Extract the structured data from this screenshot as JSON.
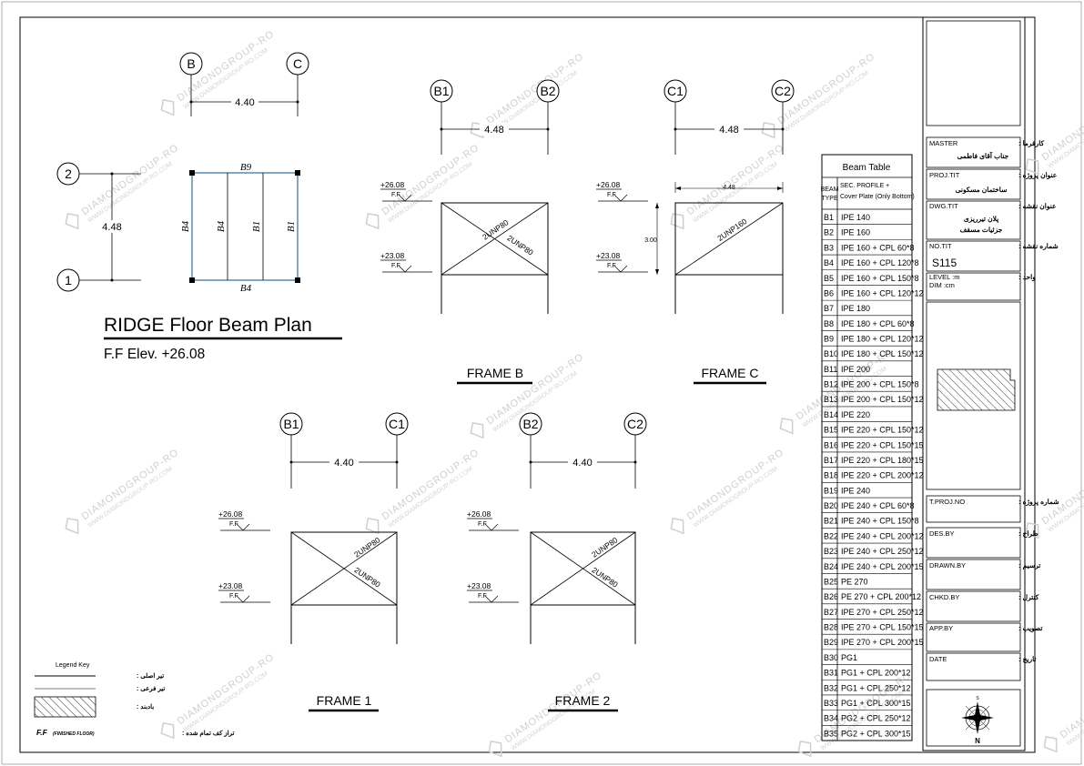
{
  "plan": {
    "title": "RIDGE Floor Beam Plan",
    "elevation": "F.F Elev. +26.08",
    "axes": [
      "B",
      "C",
      "2",
      "1"
    ],
    "dim_h": "4.40",
    "dim_v": "4.48",
    "beams": [
      "B9",
      "B4",
      "B4",
      "B4",
      "B1",
      "B1"
    ]
  },
  "frames": [
    {
      "title": "FRAME B",
      "left_axis": "B1",
      "right_axis": "B2",
      "span": "4.48",
      "elev_top": "+26.08",
      "elev_bot": "+23.08",
      "ff": "F.F",
      "brace1": "2UNP80",
      "brace2": "2UNP80"
    },
    {
      "title": "FRAME C",
      "left_axis": "C1",
      "right_axis": "C2",
      "span": "4.48",
      "elev_top": "+26.08",
      "elev_bot": "+23.08",
      "ff": "F.F",
      "brace1": "2UNP160",
      "height": "3.00",
      "inner_span": "4.48"
    },
    {
      "title": "FRAME 1",
      "left_axis": "B1",
      "right_axis": "C1",
      "span": "4.40",
      "elev_top": "+26.08",
      "elev_bot": "+23.08",
      "ff": "F.F",
      "brace1": "2UNP80",
      "brace2": "2UNP80"
    },
    {
      "title": "FRAME 2",
      "left_axis": "B2",
      "right_axis": "C2",
      "span": "4.40",
      "elev_top": "+26.08",
      "elev_bot": "+23.08",
      "ff": "F.F",
      "brace1": "2UNP80",
      "brace2": "2UNP80"
    }
  ],
  "beam_table": {
    "title": "Beam Table",
    "col1": [
      "BEAM",
      "TYPE"
    ],
    "col2": [
      "SEC. PROFILE +",
      "Cover Plate (Only Bottom)"
    ],
    "rows": [
      [
        "B1",
        "IPE 140"
      ],
      [
        "B2",
        "IPE 160"
      ],
      [
        "B3",
        "IPE 160 + CPL 60*8"
      ],
      [
        "B4",
        "IPE 160 + CPL 120*8"
      ],
      [
        "B5",
        "IPE 160 + CPL 150*8"
      ],
      [
        "B6",
        "IPE 160 + CPL 120*12"
      ],
      [
        "B7",
        "IPE 180"
      ],
      [
        "B8",
        "IPE 180 + CPL 60*8"
      ],
      [
        "B9",
        "IPE 180 + CPL 120*12"
      ],
      [
        "B10",
        "IPE 180 + CPL 150*12"
      ],
      [
        "B11",
        "IPE 200"
      ],
      [
        "B12",
        "IPE 200 + CPL 150*8"
      ],
      [
        "B13",
        "IPE 200 + CPL 150*12"
      ],
      [
        "B14",
        "IPE 220"
      ],
      [
        "B15",
        "IPE 220 + CPL 150*12"
      ],
      [
        "B16",
        "IPE 220 + CPL 150*15"
      ],
      [
        "B17",
        "IPE 220 + CPL 180*15"
      ],
      [
        "B18",
        "IPE 220 + CPL 200*12"
      ],
      [
        "B19",
        "IPE 240"
      ],
      [
        "B20",
        "IPE 240 + CPL 60*8"
      ],
      [
        "B21",
        "IPE 240 + CPL 150*8"
      ],
      [
        "B22",
        "IPE 240 + CPL 200*12"
      ],
      [
        "B23",
        "IPE 240 + CPL 250*12"
      ],
      [
        "B24",
        "IPE 240 + CPL 200*15"
      ],
      [
        "B25",
        "PE 270"
      ],
      [
        "B26",
        "PE 270 + CPL 200*12"
      ],
      [
        "B27",
        "IPE 270 + CPL 250*12"
      ],
      [
        "B28",
        "IPE 270 + CPL 150*15"
      ],
      [
        "B29",
        "IPE 270 + CPL 200*15"
      ],
      [
        "B30",
        "PG1"
      ],
      [
        "B31",
        "PG1 + CPL 200*12"
      ],
      [
        "B32",
        "PG1 + CPL 250*12"
      ],
      [
        "B33",
        "PG1 + CPL 300*15"
      ],
      [
        "B34",
        "PG2 + CPL 250*12"
      ],
      [
        "B35",
        "PG2 + CPL 300*15"
      ]
    ]
  },
  "title_block": {
    "master_en": "MASTER",
    "master_fa": "کارفرما :",
    "master_val": "جناب آقای فاطمی",
    "proj_en": "PROJ.TIT",
    "proj_fa": "عنوان پروژه :",
    "proj_val": "ساختمان مسکونی",
    "dwg_en": "DWG.TIT",
    "dwg_fa": "عنوان نقشه :",
    "dwg_val1": "پلان تیرریزی",
    "dwg_val2": "جزئیات مسقف",
    "no_en": "NO.TIT",
    "no_fa": "شماره نقشه :",
    "no_val": "S115",
    "level_en": "LEVEL :m",
    "dim_en": "DIM :cm",
    "level_fa": "واحد :",
    "tproj_en": "T.PROJ.NO",
    "tproj_fa": "شماره پروژه :",
    "des_en": "DES.BY",
    "des_fa": "طراح :",
    "drawn_en": "DRAWN.BY",
    "drawn_fa": "ترسیم :",
    "chkd_en": "CHKD.BY",
    "chkd_fa": "کنترل :",
    "app_en": "APP.BY",
    "app_fa": "تصویب :",
    "date_en": "DATE",
    "date_fa": "تاریخ :",
    "north": "N",
    "south": "S"
  },
  "legend": {
    "title": "Legend Key",
    "main_beam": "تیر اصلی :",
    "sec_beam": "تیر فرعی :",
    "bracing": "بادبند :",
    "ff_abbr": "F.F",
    "ff_full": "(FINISHED FLOOR)",
    "ff_fa": "تراز کف تمام شده :"
  },
  "watermark": {
    "line1": "DIAMONDGROUP-RO",
    "line2": "WWW.DIAMONDGROUP-RO.COM"
  }
}
